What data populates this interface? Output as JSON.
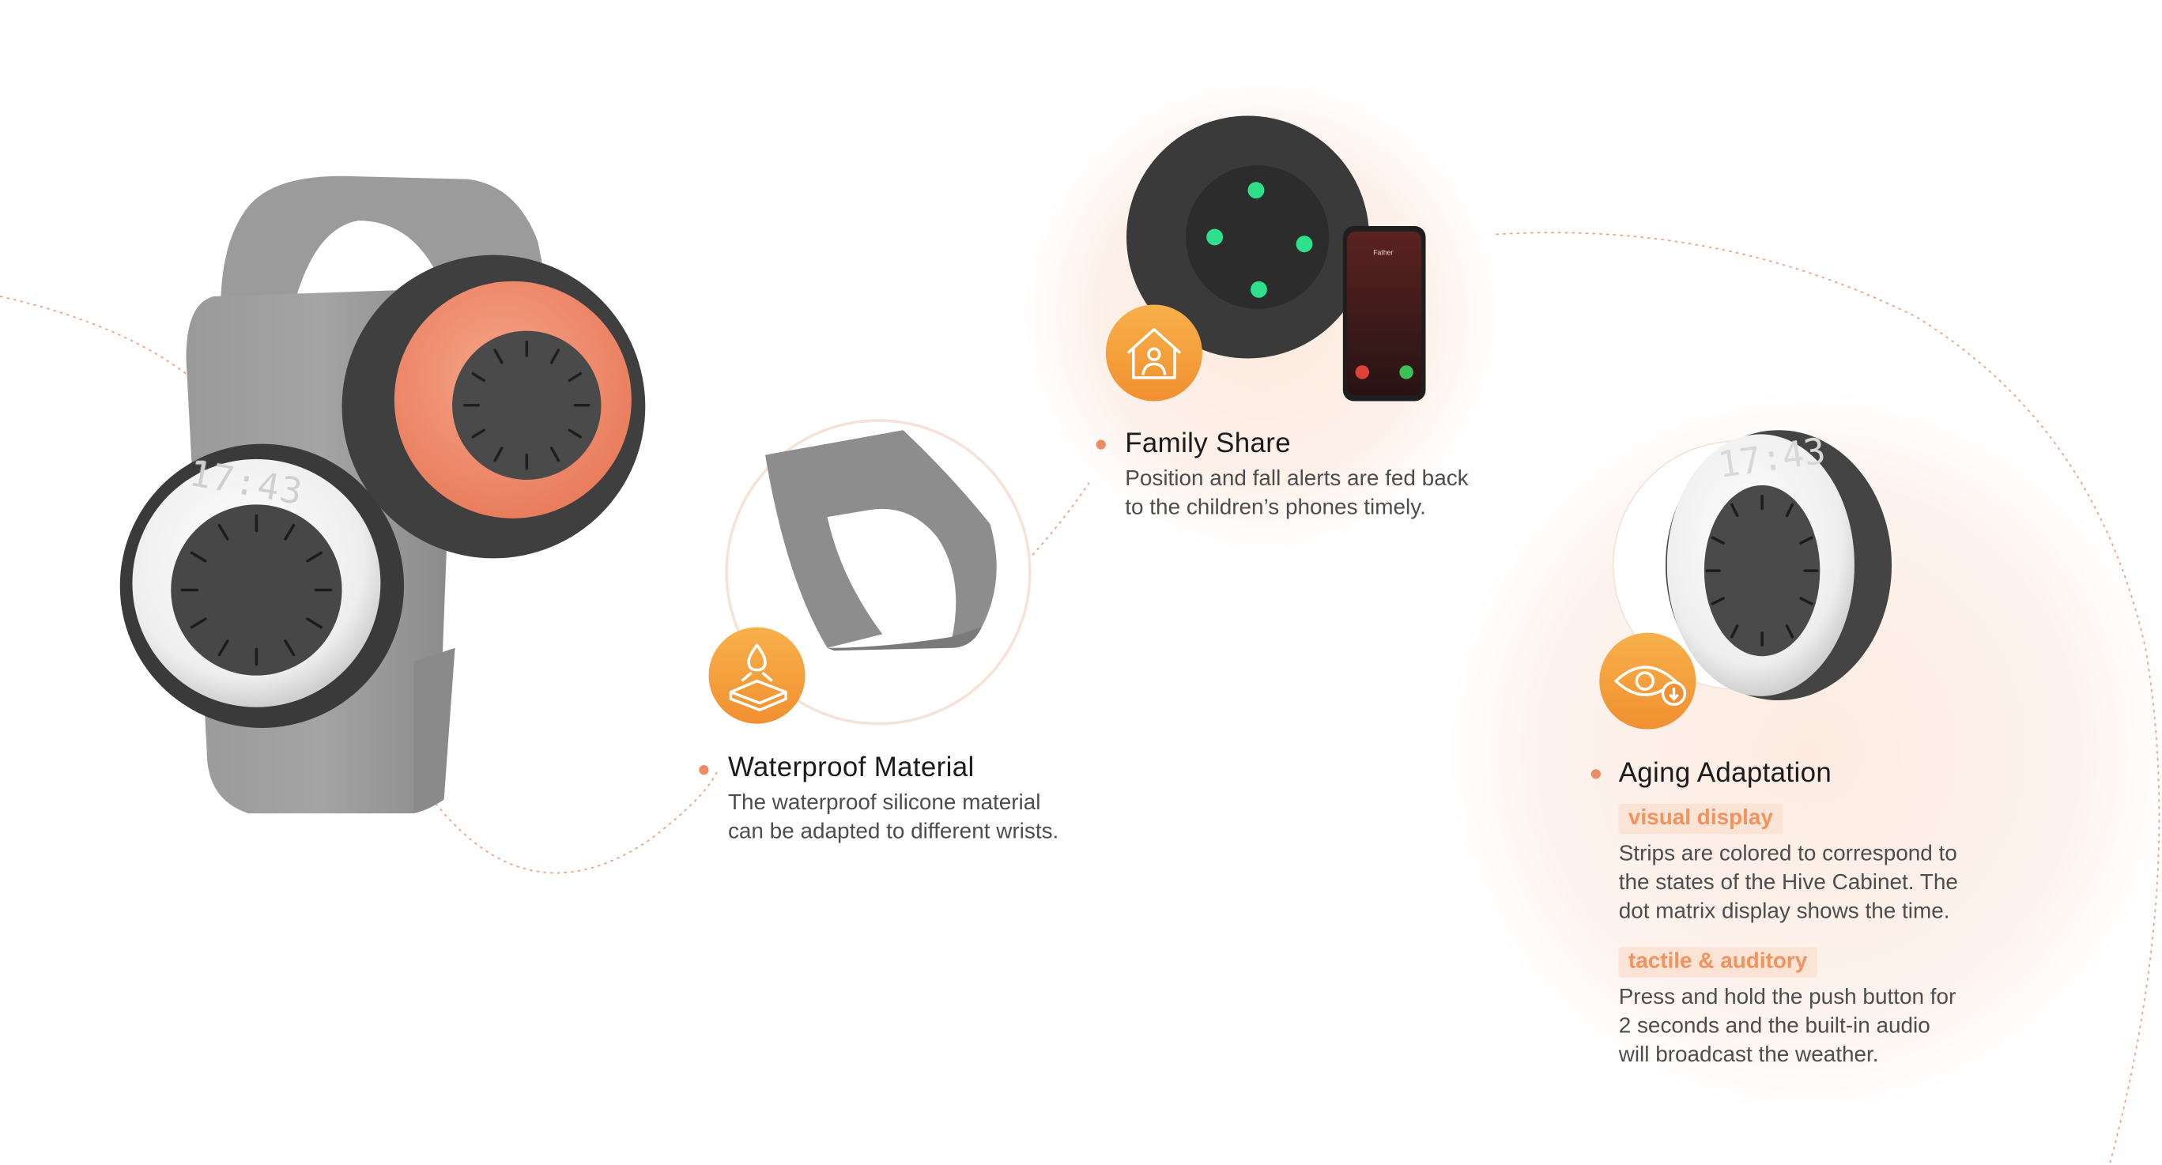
{
  "features": [
    {
      "id": "waterproof",
      "title": "Waterproof Material",
      "desc_lines": [
        "The waterproof silicone material",
        "can be adapted to different wrists."
      ],
      "icon": "waterproof-drop-icon"
    },
    {
      "id": "family",
      "title": "Family Share",
      "desc_lines": [
        "Position and fall alerts are fed back",
        "to the children’s phones timely."
      ],
      "icon": "home-person-icon"
    },
    {
      "id": "aging",
      "title": "Aging Adaptation",
      "icon": "eye-icon",
      "subsections": [
        {
          "tag": "visual display",
          "desc_lines": [
            "Strips are colored to correspond to",
            "the states of the Hive Cabinet. The",
            "dot matrix display shows the time."
          ]
        },
        {
          "tag": "tactile & auditory",
          "desc_lines": [
            "Press and hold the push button for",
            "2 seconds and the built-in audio",
            "will broadcast the weather."
          ]
        }
      ]
    }
  ],
  "watch": {
    "time_display": "17:43"
  },
  "phone": {
    "caller": "Father"
  },
  "colors": {
    "accent": "#f08a65",
    "icon_orange": "#f5a03a",
    "strap_gray": "#8f8f8f",
    "bezel_dark": "#4a4a4a",
    "ring_coral": "#ec8a6c",
    "led_green": "#2fe08a"
  }
}
